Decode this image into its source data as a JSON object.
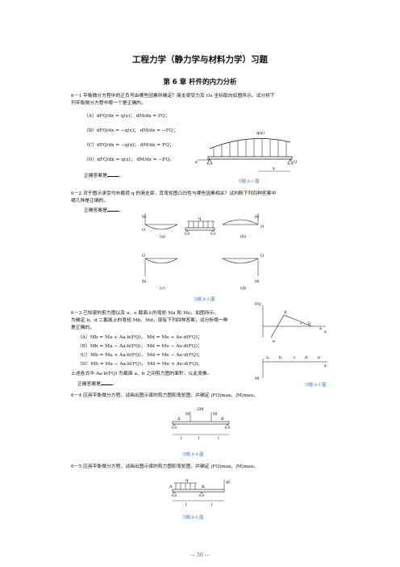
{
  "title": "工程力学（静力学与材料力学）习题",
  "chapter": "第 6 章   杆件的内力分析",
  "p61": {
    "num": "6－1",
    "line1": "平衡微分方程中的正负号由哪些因素所确定？简支梁受力及 Ox 坐标取向如图所示。试分析下",
    "line2": "列平衡微分方程中哪一个是正确的。",
    "options": [
      "（A）dFQ/dx = q(x)；  dM/dx = FQ；",
      "（B）dFQ/dx = −q(x)；  dM/dx = −FQ；",
      "（C）dFQ/dx = −q(x)；  dM/dx = FQ；",
      "（D）dFQ/dx = q(x)；  dM/dx = −FQ。"
    ],
    "answer": "正确答案是",
    "fig": "习题 6-1 图"
  },
  "p62": {
    "num": "6－2",
    "line1": "对于图示承受均布载荷 q 的简支梁，其弯矩图凸凹性与哪些因素相关？试判断下列四种答案中",
    "line2": "哪几种是正确的。",
    "answer": "正确答案是",
    "fig": "习题 6-2 图",
    "sub": [
      "(a)",
      "(b)",
      "(c)",
      "(d)"
    ]
  },
  "p63": {
    "num": "6－3",
    "lines": [
      "已知梁的剪力图以及 a、e 截面上的弯矩 Ma 和 Me，如图所示。",
      "为确定 b、d 二截面上的弯矩 Mb、Md，现有下列四种答案，试分析哪一种",
      "是正确的。"
    ],
    "options": [
      "（A）Mb = Ma + Aa-b(FQ)，   Md = Me + Ae-d(FQ)；",
      "（B）Mb = Ma − Aa-b(FQ)，   Md = Me − Ae-d(FQ)；",
      "（C）Mb = Ma + Aa-b(FQ)，   Md = Me − Ae-d(FQ)；",
      "（D）Mb = Ma − Aa-b(FQ)，   Md = Me + Ae-d(FQ)。"
    ],
    "note": "上述各式中 Aa-b(FQ) 为截面 a、b 之间剪力图的面积，以此类推。",
    "answer": "正确答案是",
    "fig": "习题 6-3 图"
  },
  "p64": {
    "num": "6－4",
    "line": "应用平衡微分方程，试画出图示梁的剪力图和弯矩图，并确定 |FQ|max、|M|max。",
    "fig": "习题 6-4 图"
  },
  "p65": {
    "num": "6－5",
    "line": "应用平衡微分方程，试画出图示梁的剪力图和弯矩图，并确定 |FQ|max、|M|max。",
    "fig": "习题 6-5 图"
  },
  "page_number": "— 50 —",
  "colors": {
    "figure_caption": "#2a6cb8"
  }
}
